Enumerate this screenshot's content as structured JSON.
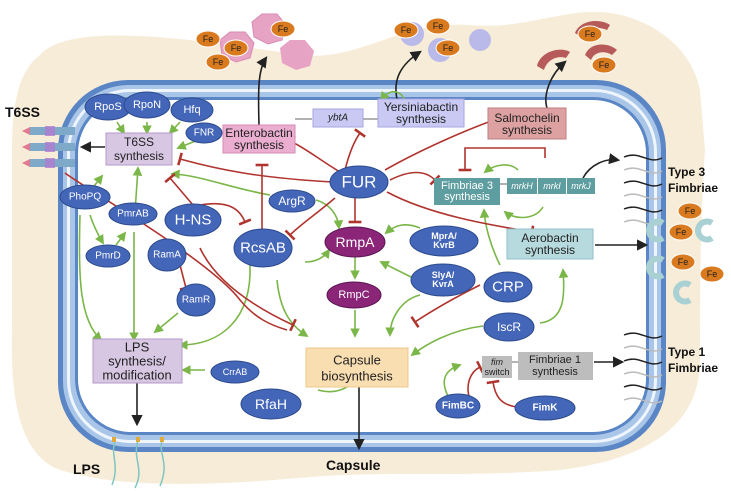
{
  "colors": {
    "activation": "#7ab648",
    "repression": "#b0342e",
    "regulator_fill": "#4466b8",
    "rmp_fill": "#8a2578",
    "membrane_outer": "#5b86c6",
    "membrane_inner": "#a9c6e8",
    "extracellular": "#f7ecd8",
    "iron": "#d97a1f"
  },
  "external_labels": {
    "t6ss": "T6SS",
    "type3": [
      "Type 3",
      "Fimbriae"
    ],
    "type1": [
      "Type 1",
      "Fimbriae"
    ],
    "lps": "LPS",
    "capsule": "Capsule"
  },
  "iron_label": "Fe",
  "regulators": {
    "rpoS": "RpoS",
    "rpoN": "RpoN",
    "hfq": "Hfq",
    "fnr": "FNR",
    "phoPQ": "PhoPQ",
    "pmrAB": "PmrAB",
    "pmrD": "PmrD",
    "hns": "H-NS",
    "ramA": "RamA",
    "ramR": "RamR",
    "rcsAB": "RcsAB",
    "argR": "ArgR",
    "fur": "FUR",
    "mprA": [
      "MprA/",
      "KvrB"
    ],
    "slyA": [
      "SlyA/",
      "KvrA"
    ],
    "crp": "CRP",
    "iscR": "IscR",
    "crrAB": "CrrAB",
    "rfaH": "RfaH",
    "fimBC": "FimBC",
    "fimK": "FimK"
  },
  "rmp": {
    "rmpA": "RmpA",
    "rmpC": "RmpC"
  },
  "boxes": {
    "t6ss": [
      "T6SS",
      "synthesis"
    ],
    "enterobactin": [
      "Enterobactin",
      "synthesis"
    ],
    "ybtA": "ybtA",
    "yersiniabactin": [
      "Yersiniabactin",
      "synthesis"
    ],
    "salmochelin": [
      "Salmochelin",
      "synthesis"
    ],
    "fimbriae3": [
      "Fimbriae 3",
      "synthesis"
    ],
    "mrkH": "mrkH",
    "mrkI": "mrkI",
    "mrkJ": "mrkJ",
    "aerobactin": [
      "Aerobactin",
      "synthesis"
    ],
    "lps": [
      "LPS",
      "synthesis/",
      "modification"
    ],
    "capsule": [
      "Capsule",
      "biosynthesis"
    ],
    "fimSwitch": [
      "fim",
      "switch"
    ],
    "fimbriae1": [
      "Fimbriae 1",
      "synthesis"
    ]
  }
}
